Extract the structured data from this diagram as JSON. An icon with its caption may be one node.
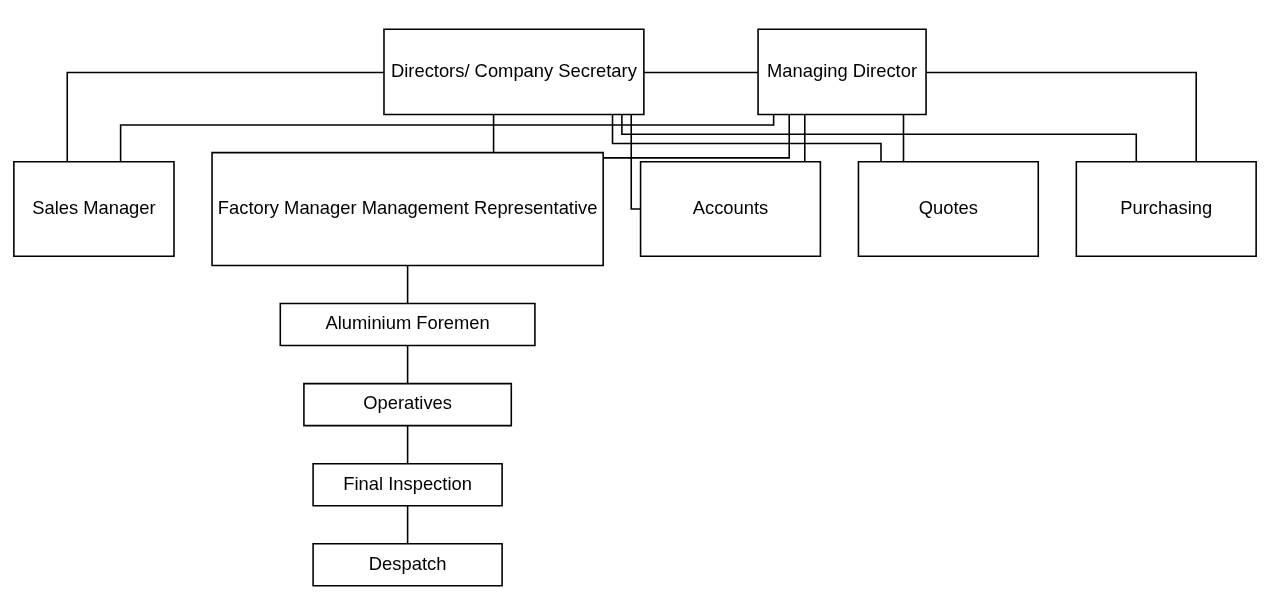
{
  "diagram": {
    "nodes": [
      {
        "text": [
          "Directors/ Company Secretary"
        ]
      },
      {
        "text": [
          "Managing Director"
        ]
      },
      {
        "text": [
          "Purchasing"
        ]
      },
      {
        "text": [
          "Sales Manager"
        ]
      },
      {
        "text": [
          "Factory Manager Management Representative"
        ]
      },
      {
        "text": [
          "Accounts"
        ]
      },
      {
        "text": [
          "Quotes"
        ]
      },
      {
        "text": [
          "Aluminium Foremen"
        ]
      },
      {
        "text": [
          "Operatives"
        ]
      },
      {
        "text": [
          "Final Inspection"
        ]
      },
      {
        "text": [
          "Despatch"
        ]
      }
    ],
    "edges": [
      {
        "from": 0,
        "to": 1,
        "arrow": "none"
      },
      {
        "from": 0,
        "to": 2,
        "arrow": "none"
      },
      {
        "from": 1,
        "to": 2,
        "arrow": "none"
      },
      {
        "from": 0,
        "to": 3,
        "arrow": "none"
      },
      {
        "from": 1,
        "to": 3,
        "arrow": "none"
      },
      {
        "from": 0,
        "to": 4,
        "arrow": "none"
      },
      {
        "from": 1,
        "to": 4,
        "arrow": "none"
      },
      {
        "from": 0,
        "to": 5,
        "arrow": "none"
      },
      {
        "from": 1,
        "to": 5,
        "arrow": "none"
      },
      {
        "from": 0,
        "to": 6,
        "arrow": "none"
      },
      {
        "from": 1,
        "to": 6,
        "arrow": "none"
      },
      {
        "from": 4,
        "to": 7,
        "arrow": "none"
      },
      {
        "from": 7,
        "to": 8,
        "arrow": "none"
      },
      {
        "from": 8,
        "to": 9,
        "arrow": "none"
      },
      {
        "from": 9,
        "to": 10,
        "arrow": "none"
      }
    ]
  }
}
